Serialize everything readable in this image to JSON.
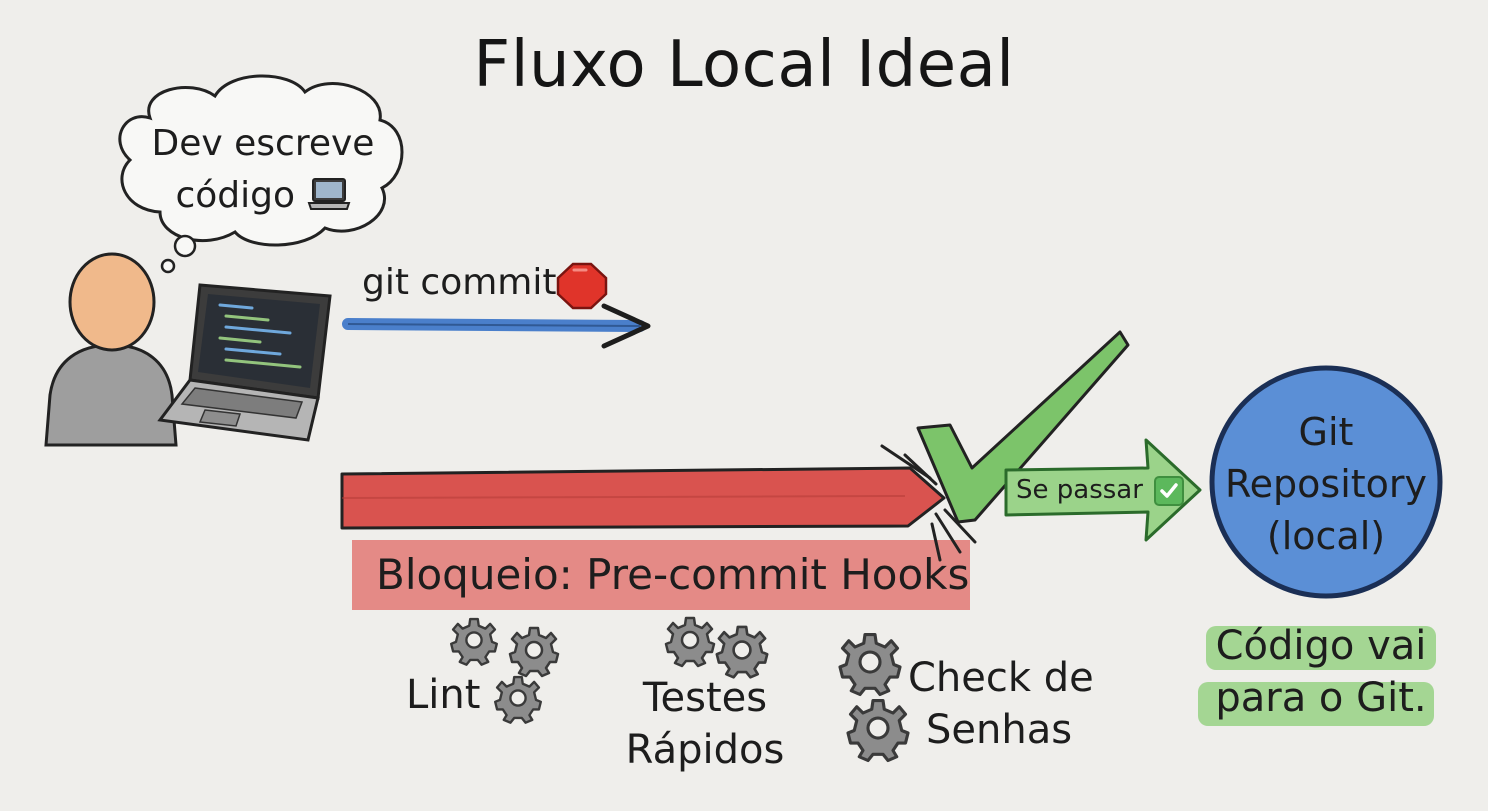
{
  "title": "Fluxo Local Ideal",
  "developer": {
    "thought_line1": "Dev escreve",
    "thought_line2": "código",
    "icon": "laptop-icon"
  },
  "commit": {
    "label": "git commit",
    "icon": "stop-sign-icon",
    "arrow_color": "#4a7fcb"
  },
  "block": {
    "label": "Bloqueio: Pre-commit Hooks",
    "color": "#d9534f",
    "band_color": "#e48a86"
  },
  "pass": {
    "label": "Se passar",
    "icon": "check-box-icon",
    "color": "#7cc46a"
  },
  "repository": {
    "line1": "Git",
    "line2": "Repository",
    "line3": "(local)",
    "color": "#5b8fd6"
  },
  "result": {
    "line1": "Código vai",
    "line2": "para o Git.",
    "highlight_color": "#9bd38a"
  },
  "checks": [
    {
      "label": "Lint",
      "icon": "gears-icon"
    },
    {
      "label_line1": "Testes",
      "label_line2": "Rápidos",
      "icon": "gears-icon"
    },
    {
      "label_line1": "Check de",
      "label_line2": "Senhas",
      "icon": "gears-icon"
    }
  ]
}
